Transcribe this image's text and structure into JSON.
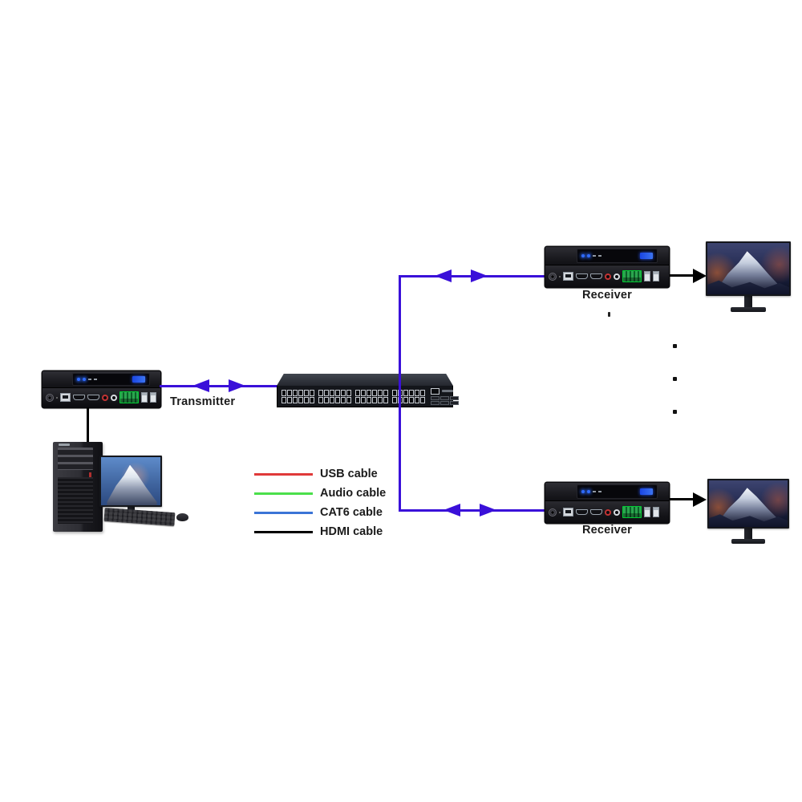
{
  "devices": {
    "transmitter": {
      "label": "Transmitter"
    },
    "receiver_top": {
      "label": "Receiver"
    },
    "receiver_bottom": {
      "label": "Receiver"
    }
  },
  "legend": {
    "items": [
      {
        "id": "usb",
        "label": "USB cable",
        "color": "#e03a3a"
      },
      {
        "id": "audio",
        "label": "Audio cable",
        "color": "#4adf4a"
      },
      {
        "id": "cat6",
        "label": "CAT6 cable",
        "color": "#3b74d6"
      },
      {
        "id": "hdmi",
        "label": "HDMI cable",
        "color": "#000000"
      }
    ]
  },
  "connections": {
    "cat6_color": "#3a10d9",
    "hdmi_color": "#000000"
  }
}
